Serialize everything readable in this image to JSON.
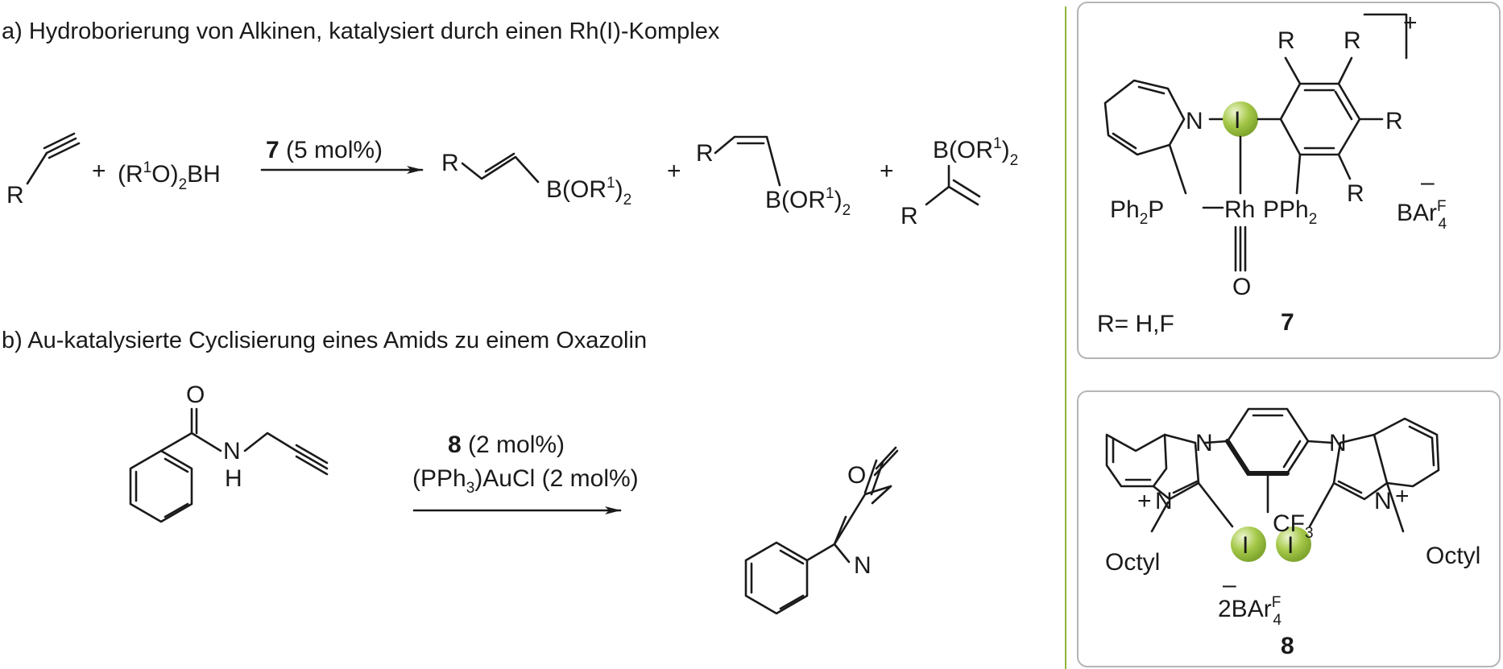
{
  "part_a": {
    "heading": "a) Hydroborierung von Alkinen, katalysiert durch einen Rh(I)-Komplex",
    "reactant_alkyne_R": "R",
    "plus": "+",
    "borane": {
      "a": "(R",
      "sup": "1",
      "b": "O)",
      "sub": "2",
      "c": "BH"
    },
    "catalyst": {
      "num": "7",
      "text": " (5 mol%)"
    },
    "product_E": {
      "R": "R",
      "boryl": "B(OR",
      "sup": "1",
      "close": ")",
      "sub": "2"
    },
    "product_Z": {
      "R": "R",
      "boryl": "B(OR",
      "sup": "1",
      "close": ")",
      "sub": "2"
    },
    "product_gem": {
      "R": "R",
      "boryl": "B(OR",
      "sup": "1",
      "close": ")",
      "sub": "2"
    }
  },
  "part_b": {
    "heading": "b) Au-katalysierte Cyclisierung eines Amids zu einem Oxazolin",
    "amide_O": "O",
    "amide_N": "N",
    "amide_H": "H",
    "catalyst_line1": {
      "num": "8",
      "text": " (2 mol%)"
    },
    "catalyst_line2": {
      "a": "(PPh",
      "sub": "3",
      "b": ")AuCl (2 mol%)"
    },
    "oxazoline_O": "O",
    "oxazoline_N": "N"
  },
  "complex_7": {
    "charge": "+",
    "R_label": "R",
    "N": "N",
    "I": "I",
    "left_P": {
      "a": "Ph",
      "sub": "2",
      "b": "P"
    },
    "metal": "Rh",
    "right_P": {
      "a": "PPh",
      "sub": "2"
    },
    "O": "O",
    "counterion": {
      "minus": "–",
      "a": "BAr",
      "sup": "F",
      "sub": "4"
    },
    "note": "R= H,F",
    "number": "7"
  },
  "complex_8": {
    "N": "N",
    "I": "I",
    "plus": "+",
    "CF3": {
      "a": "CF",
      "sub": "3"
    },
    "octyl": "Octyl",
    "counterion": {
      "minus": "–",
      "a": "2BAr",
      "sup": "F",
      "sub": "4"
    },
    "number": "8"
  },
  "colors": {
    "divider": "#8cb63c",
    "iodine_highlight": "#a6c94a",
    "panel_border": "#b5b5b5"
  },
  "icons": [
    "reaction-arrow-icon",
    "iodine-ball-icon"
  ]
}
